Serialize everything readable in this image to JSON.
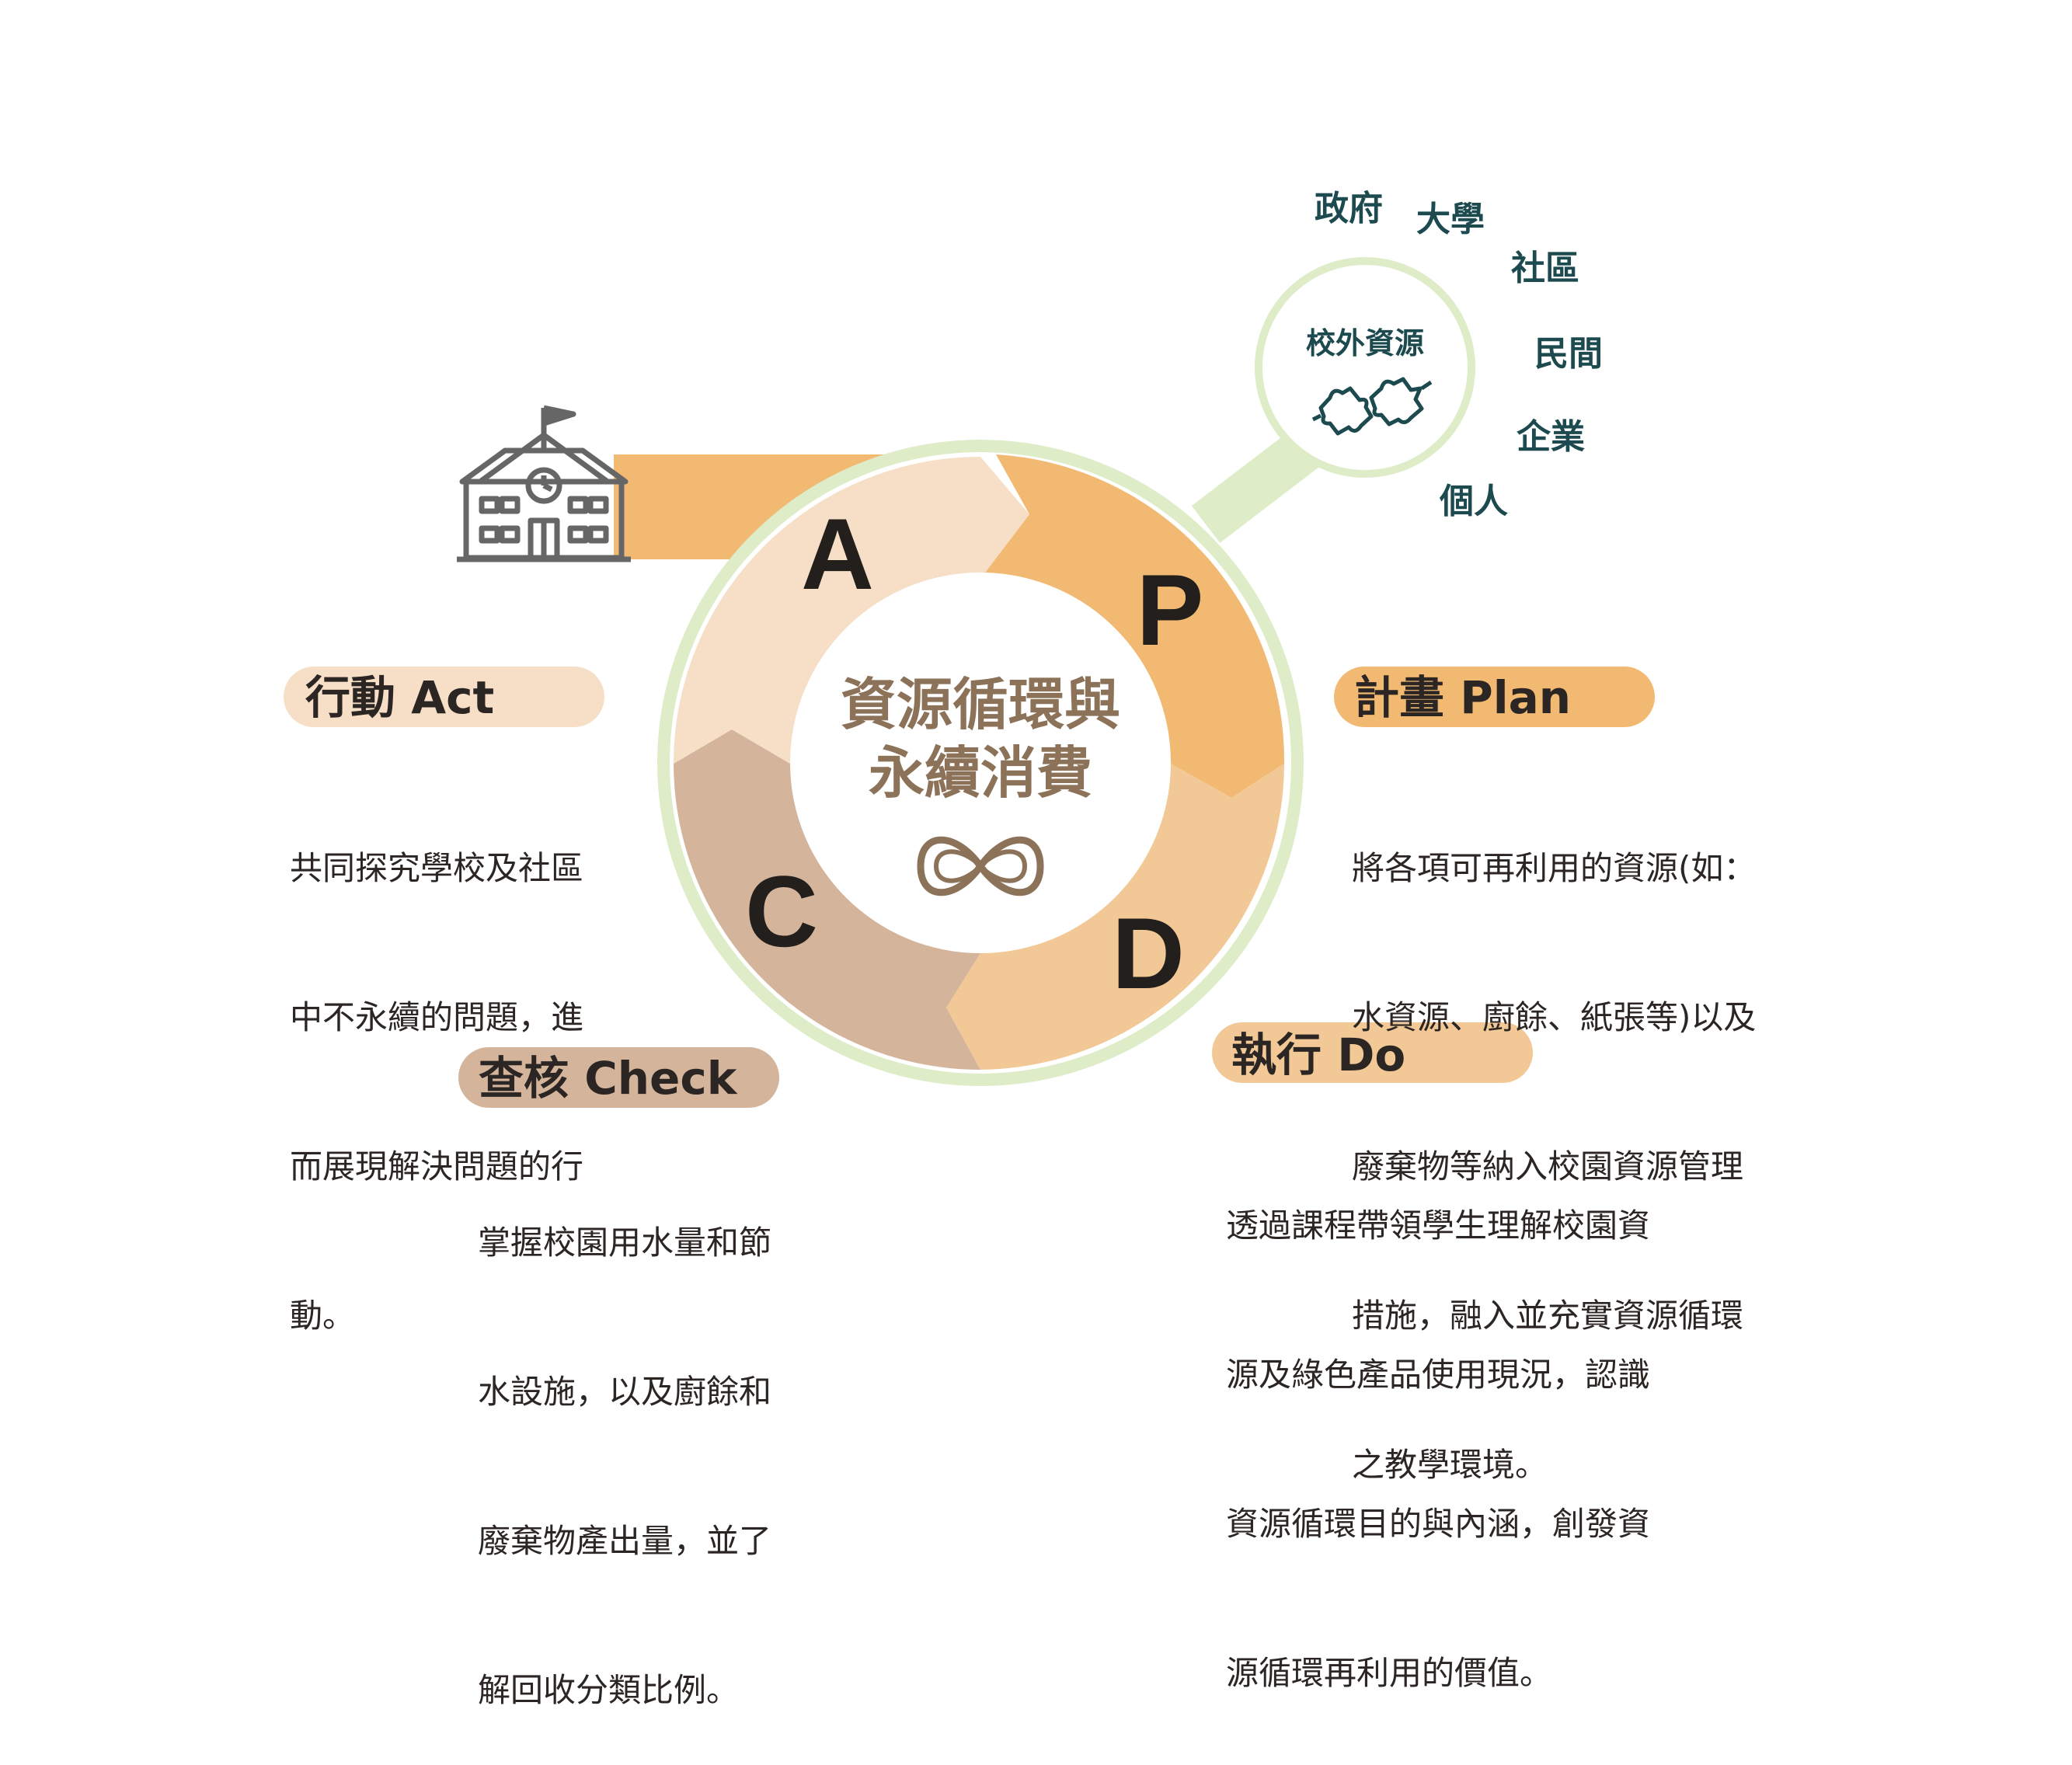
{
  "center": {
    "title_line1": "資源循環與",
    "title_line2": "永續消費"
  },
  "cycle": {
    "letters": {
      "plan": "P",
      "do": "D",
      "check": "C",
      "act": "A"
    }
  },
  "resources": {
    "circle_label": "校外資源",
    "partners": [
      "政府",
      "大學",
      "社區",
      "民間",
      "企業",
      "個人"
    ]
  },
  "stages": {
    "plan": {
      "label": "計畫 Plan",
      "lines": [
        "將各項可再利用的資源(如：",
        "水資源、廚餘、紙張等)以及",
        "廢棄物等納入校園資源管理",
        "措施，融入並充實資源循環",
        "之教學環境。"
      ]
    },
    "do": {
      "label": "執行 Do",
      "lines": [
        "透過課程帶領學生理解校園資",
        "源及綠色產品使用現況，認識",
        "資源循環目的與內涵，創發資",
        "源循環再利用的價值。"
      ]
    },
    "check": {
      "label": "查核 Check",
      "lines": [
        "掌握校園用水量和節",
        "水設施，以及廚餘和",
        "廢棄物產出量，並了",
        "解回收分類比例。"
      ]
    },
    "act": {
      "label": "行動 Act",
      "lines": [
        "共同探究學校及社區",
        "中不永續的問題，進",
        "而展現解決問題的行",
        "動。"
      ]
    }
  },
  "colors": {
    "plan": "#f2b972",
    "do": "#f2c996",
    "check": "#d4b49b",
    "act": "#f6dfc6",
    "ring": "#deecc8",
    "icon": "#666666"
  }
}
